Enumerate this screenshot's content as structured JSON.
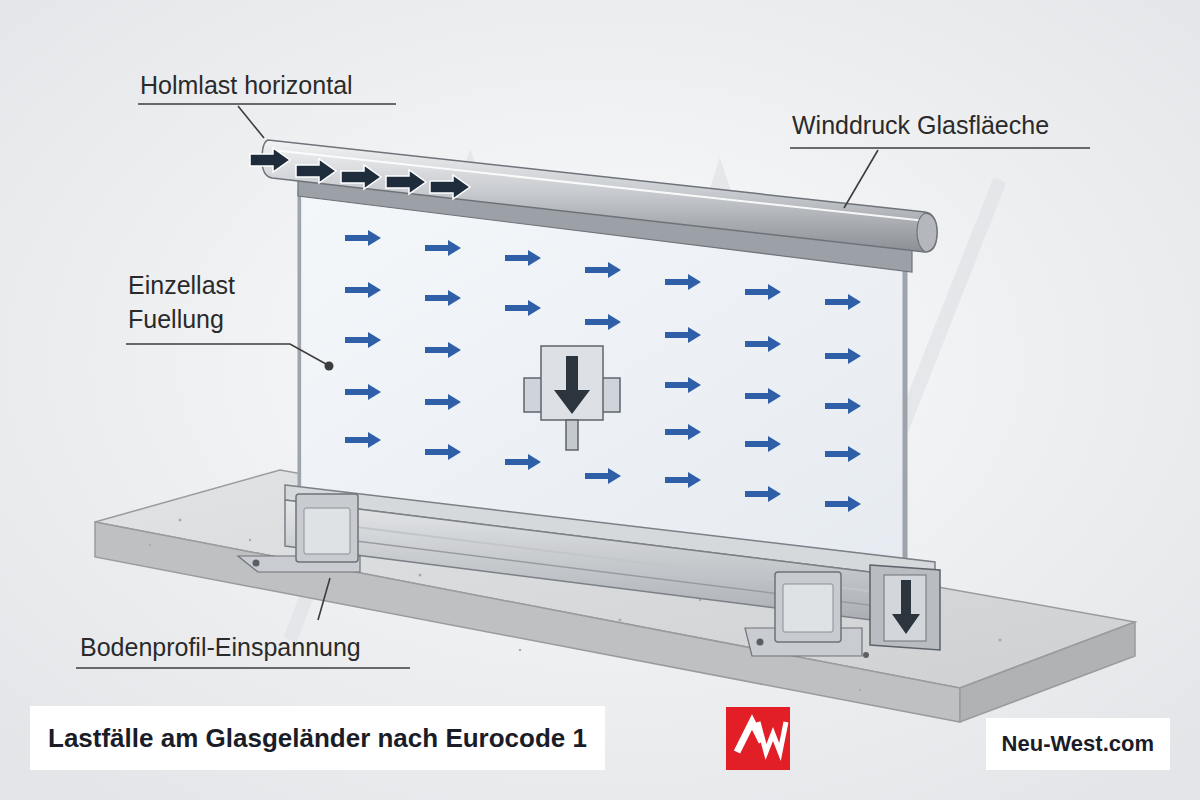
{
  "diagram": {
    "title": "Lastfälle am Glasgeländer nach Eurocode 1",
    "labels": [
      "Holmlast horizontal",
      "Winddruck Glasfläeche",
      "Einzellast Fuellung",
      "Bodenprofil-Einspannung",
      "Neu-West.com"
    ]
  }
}
